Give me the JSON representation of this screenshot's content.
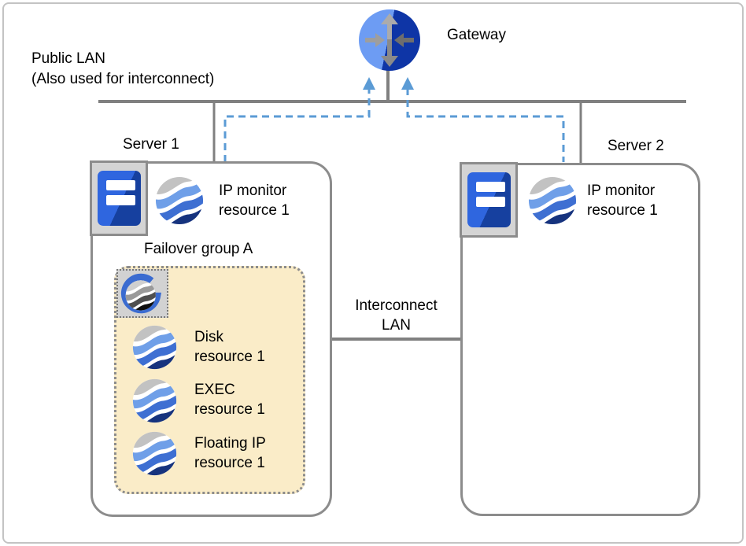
{
  "labels": {
    "gateway": "Gateway",
    "public_lan": [
      "Public LAN",
      "(Also used for interconnect)"
    ],
    "interconnect_lan": [
      "Interconnect",
      "LAN"
    ]
  },
  "servers": [
    {
      "name": "Server 1",
      "monitor": {
        "line1": "IP monitor",
        "line2": "resource 1"
      }
    },
    {
      "name": "Server 2",
      "monitor": {
        "line1": "IP monitor",
        "line2": "resource 1"
      }
    }
  ],
  "failover_group": {
    "name": "Failover group A",
    "resources": [
      {
        "line1": "Disk",
        "line2": "resource 1"
      },
      {
        "line1": "EXEC",
        "line2": "resource 1"
      },
      {
        "line1": "Floating IP",
        "line2": "resource 1"
      }
    ]
  },
  "icons": {
    "gateway": "router-gateway-icon",
    "server": "server-tower-icon",
    "resource": "resource-sphere-icon",
    "group": "failover-group-icon"
  },
  "colors": {
    "line_gray": "#808080",
    "box_border": "#8c8c8c",
    "dashed_blue": "#5b9bd5",
    "group_background": "#faecc8",
    "sphere_light_blue": "#6f9fe8",
    "sphere_mid_blue": "#3e6fd2",
    "sphere_dark_blue": "#16337e",
    "server_blue": "#2f66df",
    "gateway_light": "#6d9cf3",
    "gateway_dark": "#0e35a6"
  }
}
